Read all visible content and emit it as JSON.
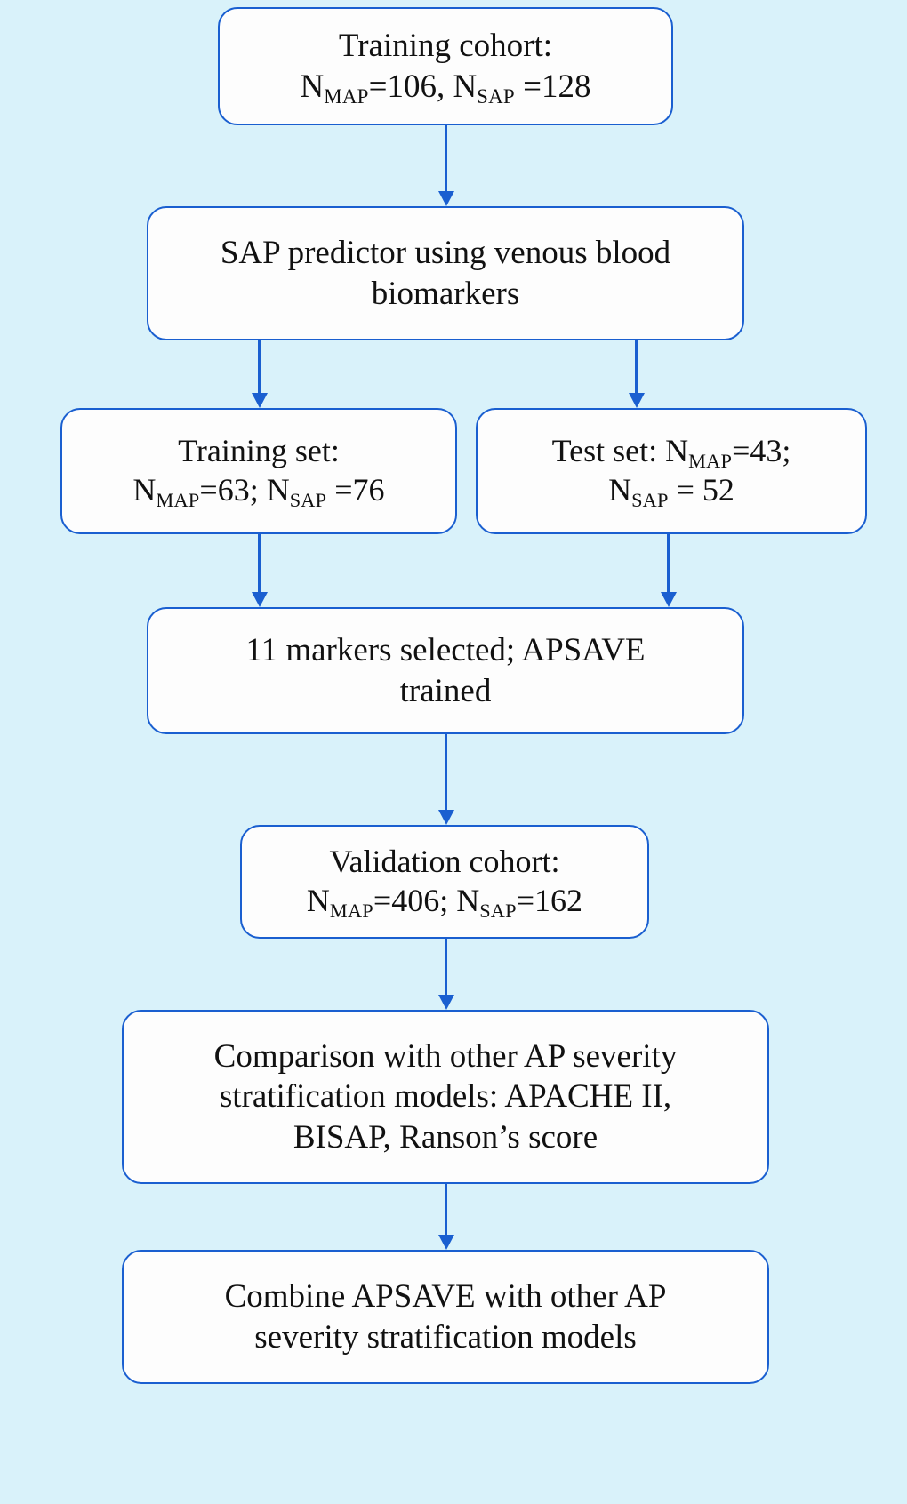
{
  "diagram": {
    "title": "Study workflow flowchart",
    "background_color": "#d9f2fa",
    "node_border_color": "#1a5fd0",
    "node_fill_color": "#fdfdfd",
    "arrow_color": "#1a5fd0",
    "nodes": [
      {
        "id": "training-cohort",
        "lines": [
          "Training cohort:",
          "N",
          "MAP",
          "=106, N",
          "SAP",
          " =128"
        ],
        "line1": "Training cohort:",
        "line2_a": "N",
        "line2_sub_a": "MAP",
        "line2_b": "=106, N",
        "line2_sub_b": "SAP",
        "line2_c": " =128"
      },
      {
        "id": "sap-predictor",
        "line1": "SAP predictor using venous blood",
        "line2": "biomarkers"
      },
      {
        "id": "training-set",
        "line1": "Training set:",
        "line2_a": "N",
        "line2_sub_a": "MAP",
        "line2_b": "=63; N",
        "line2_sub_b": "SAP",
        "line2_c": " =76"
      },
      {
        "id": "test-set",
        "line1_a": "Test set: N",
        "line1_sub_a": "MAP",
        "line1_b": "=43;",
        "line2_a": "N",
        "line2_sub_a": "SAP",
        "line2_b": " = 52"
      },
      {
        "id": "markers-selected",
        "line1": "11 markers selected; APSAVE",
        "line2": "trained"
      },
      {
        "id": "validation-cohort",
        "line1": "Validation cohort:",
        "line2_a": "N",
        "line2_sub_a": "MAP",
        "line2_b": "=406; N",
        "line2_sub_b": "SAP",
        "line2_c": "=162"
      },
      {
        "id": "comparison",
        "line1": "Comparison with other AP severity",
        "line2": "stratification models: APACHE II,",
        "line3": "BISAP, Ranson’s score"
      },
      {
        "id": "combine",
        "line1": "Combine APSAVE  with other AP",
        "line2": "severity stratification models"
      }
    ]
  }
}
